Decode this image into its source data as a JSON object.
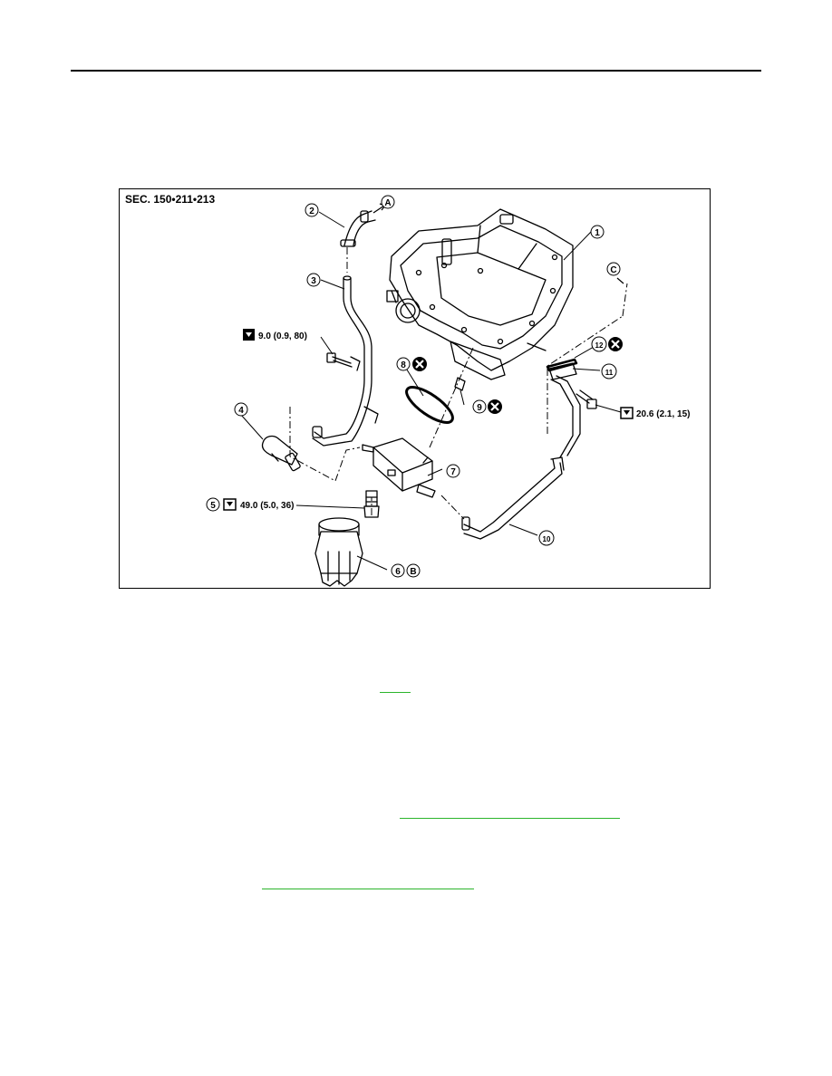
{
  "figure": {
    "section": "SEC. 150•211•213",
    "parts": [
      "1",
      "2",
      "3",
      "4",
      "5",
      "6",
      "7",
      "8",
      "9",
      "10",
      "11",
      "12"
    ],
    "refs": [
      "A",
      "B",
      "C"
    ],
    "torques": {
      "t3": "9.0 (0.9, 80)",
      "t5": "49.0 (5.0, 36)",
      "t11": "20.6 (2.1, 15)"
    }
  },
  "links": {
    "link1": "",
    "link2": "",
    "link3": ""
  }
}
